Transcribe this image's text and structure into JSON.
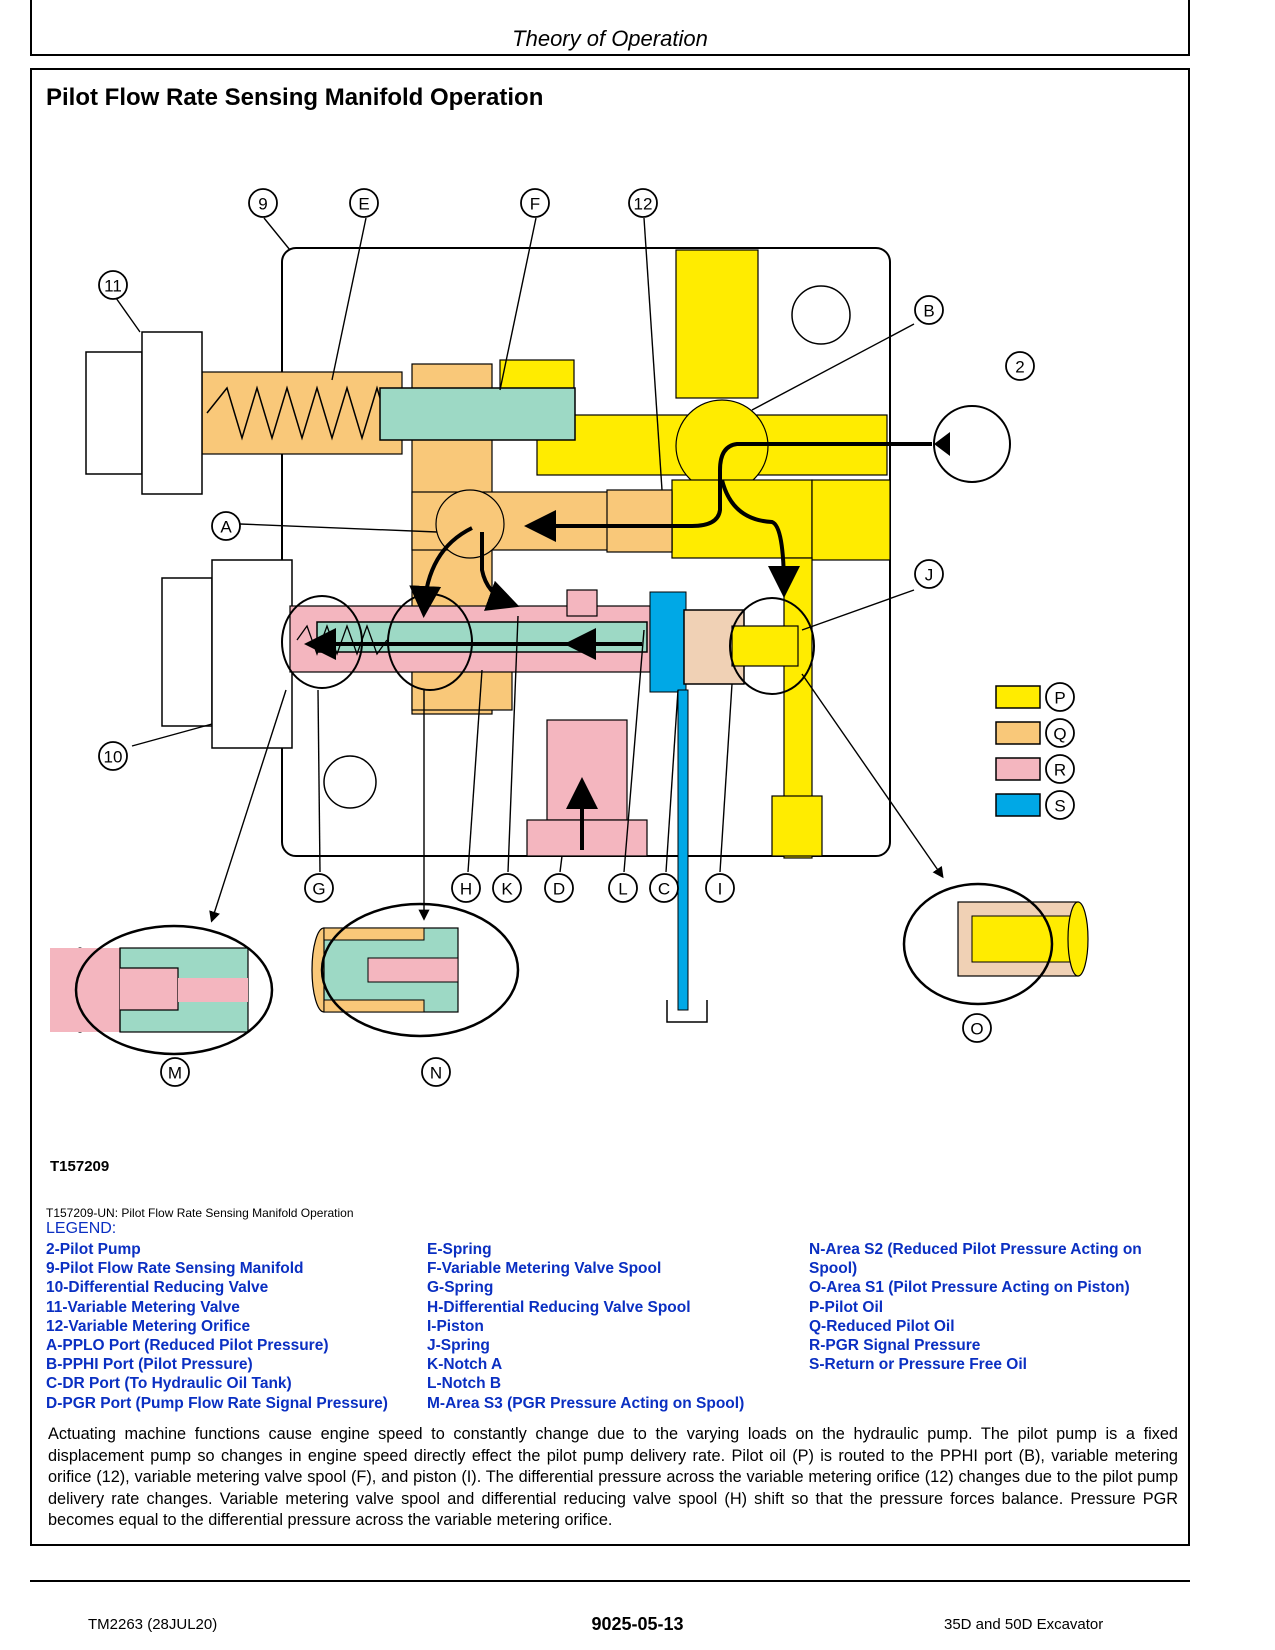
{
  "header": {
    "title": "Theory of Operation"
  },
  "page_title": "Pilot Flow Rate Sensing Manifold Operation",
  "colors": {
    "pilot_oil": "#ffec00",
    "reduced_pilot_oil": "#f9c879",
    "pgr_signal": "#f4b6bf",
    "return_oil": "#00a8e6",
    "spool": "#9dd9c5",
    "piston": "#f0d1b5"
  },
  "callouts": {
    "c9": "9",
    "cE": "E",
    "cF": "F",
    "c12": "12",
    "c11": "11",
    "cB": "B",
    "c2": "2",
    "cA": "A",
    "cJ": "J",
    "c10": "10",
    "cG": "G",
    "cH": "H",
    "cK": "K",
    "cD": "D",
    "cL": "L",
    "cC": "C",
    "cI": "I",
    "cM": "M",
    "cN": "N",
    "cO": "O",
    "cP": "P",
    "cQ": "Q",
    "cR": "R",
    "cS": "S"
  },
  "figure_id": "T157209",
  "caption": "T157209-UN: Pilot Flow Rate Sensing Manifold Operation",
  "legend": {
    "title": "LEGEND:",
    "col1": [
      "2-Pilot Pump",
      "9-Pilot Flow Rate Sensing Manifold",
      "10-Differential Reducing Valve",
      "11-Variable Metering Valve",
      "12-Variable Metering Orifice",
      "A-PPLO Port (Reduced Pilot Pressure)",
      "B-PPHI Port (Pilot Pressure)",
      "C-DR Port (To Hydraulic Oil Tank)",
      "D-PGR Port (Pump Flow Rate Signal Pressure)"
    ],
    "col2": [
      "E-Spring",
      "F-Variable Metering Valve Spool",
      "G-Spring",
      "H-Differential Reducing Valve Spool",
      "I-Piston",
      "J-Spring",
      "K-Notch A",
      "L-Notch B",
      "M-Area S3 (PGR Pressure Acting on Spool)"
    ],
    "col3": [
      "N-Area S2 (Reduced Pilot Pressure Acting on Spool)",
      "O-Area S1 (Pilot Pressure Acting on Piston)",
      "P-Pilot Oil",
      "Q-Reduced Pilot Oil",
      "R-PGR Signal Pressure",
      "S-Return or Pressure Free Oil"
    ]
  },
  "paragraph": "Actuating machine functions cause engine speed to constantly change due to the varying loads on the hydraulic pump. The pilot pump is a fixed displacement pump so changes in engine speed directly effect the pilot pump delivery rate. Pilot oil (P) is routed to the PPHI port (B), variable metering orifice (12), variable metering valve spool (F), and piston (I). The differential pressure across the variable metering orifice (12) changes due to the pilot pump delivery rate changes. Variable metering valve spool and differential reducing valve spool (H) shift so that the pressure forces balance. Pressure PGR becomes equal to the differential pressure across the variable metering orifice.",
  "footer": {
    "left": "TM2263 (28JUL20)",
    "center": "9025-05-13",
    "right": "35D and 50D Excavator"
  }
}
